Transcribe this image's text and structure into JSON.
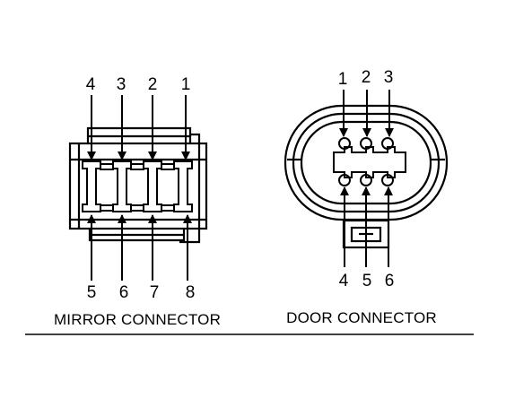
{
  "mirror_connector": {
    "caption": "MIRROR CONNECTOR",
    "top_pins": [
      "4",
      "3",
      "2",
      "1"
    ],
    "bottom_pins": [
      "5",
      "6",
      "7",
      "8"
    ]
  },
  "door_connector": {
    "caption": "DOOR CONNECTOR",
    "top_pins": [
      "1",
      "2",
      "3"
    ],
    "bottom_pins": [
      "4",
      "5",
      "6"
    ]
  },
  "colors": {
    "ink": "#000000",
    "background": "#ffffff"
  }
}
